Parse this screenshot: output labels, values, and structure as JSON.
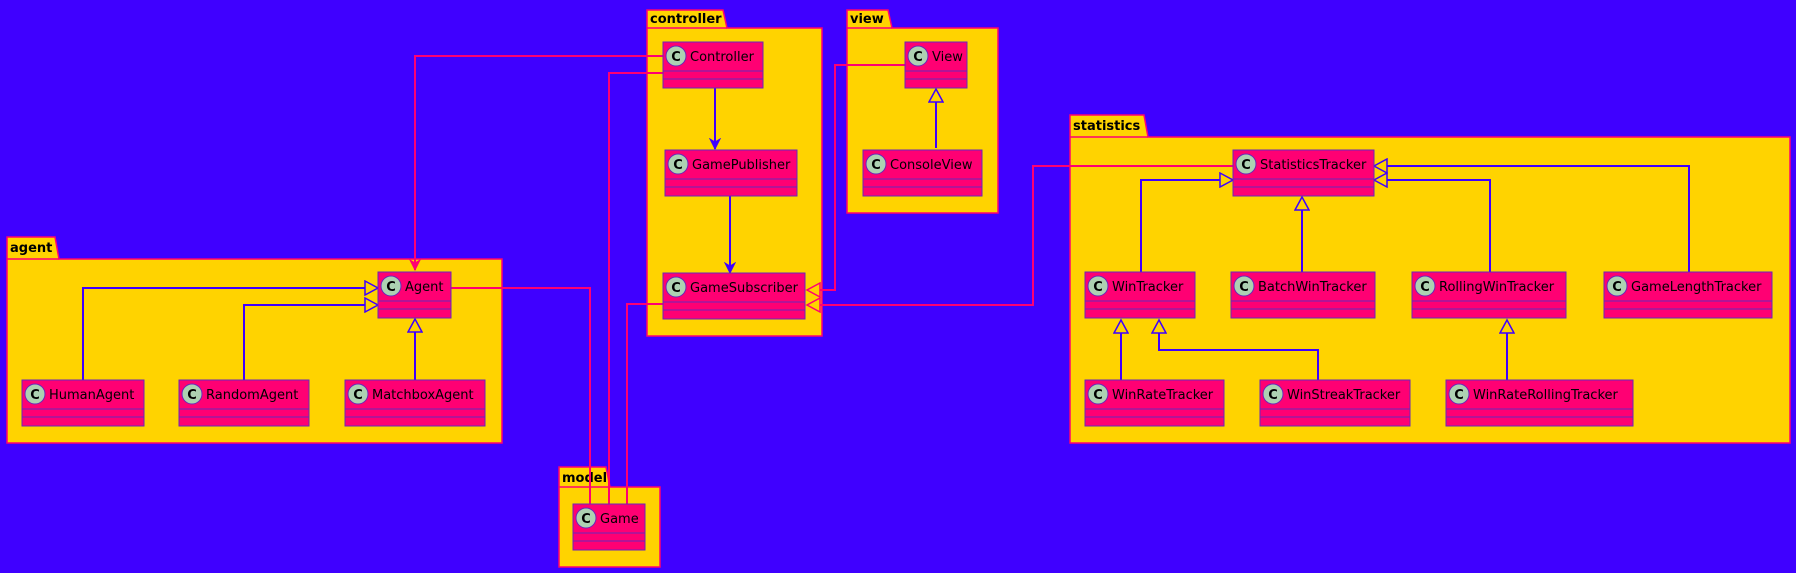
{
  "colors": {
    "background": "#3f00ff",
    "package_fill": "#ffd300",
    "package_border": "#ff0073",
    "class_fill": "#ff0073",
    "class_border": "#6a27b8",
    "class_icon_fill": "#add1b2",
    "inheritance_edge": "#3f00ff",
    "dependency_edge": "#ff0073"
  },
  "packages": {
    "controller": "controller",
    "view": "view",
    "statistics": "statistics",
    "agent": "agent",
    "model": "model"
  },
  "class_icon_letter": "C",
  "classes": {
    "controller": "Controller",
    "game_publisher": "GamePublisher",
    "game_subscriber": "GameSubscriber",
    "view": "View",
    "console_view": "ConsoleView",
    "statistics_tracker": "StatisticsTracker",
    "win_tracker": "WinTracker",
    "batch_win_tracker": "BatchWinTracker",
    "rolling_win_tracker": "RollingWinTracker",
    "game_length_tracker": "GameLengthTracker",
    "win_rate_tracker": "WinRateTracker",
    "win_streak_tracker": "WinStreakTracker",
    "win_rate_rolling_tracker": "WinRateRollingTracker",
    "agent": "Agent",
    "human_agent": "HumanAgent",
    "random_agent": "RandomAgent",
    "matchbox_agent": "MatchboxAgent",
    "game": "Game"
  }
}
